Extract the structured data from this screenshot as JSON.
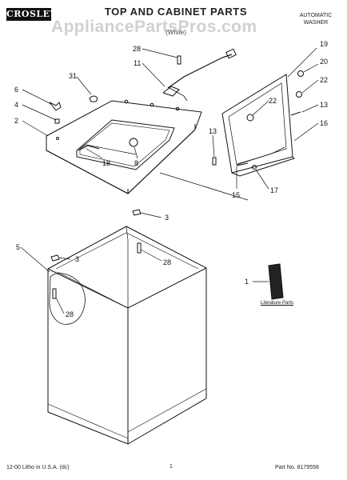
{
  "header": {
    "brand": "CROSLEY",
    "title": "TOP AND CABINET PARTS",
    "model": "",
    "variant": "(White)",
    "product_type_line1": "AUTOMATIC",
    "product_type_line2": "WASHER"
  },
  "watermark": "AppliancePartsPros.com",
  "footer": {
    "litho": "12-00 Litho in U.S.A. (dc)",
    "page": "1",
    "part_no": "Part No. 8179558"
  },
  "literature_label": "Literature Parts",
  "callouts": [
    {
      "id": "c28a",
      "label": "28"
    },
    {
      "id": "c11",
      "label": "11"
    },
    {
      "id": "c31",
      "label": "31"
    },
    {
      "id": "c6",
      "label": "6"
    },
    {
      "id": "c4",
      "label": "4"
    },
    {
      "id": "c2",
      "label": "2"
    },
    {
      "id": "c18",
      "label": "18"
    },
    {
      "id": "c8",
      "label": "8"
    },
    {
      "id": "c19",
      "label": "19"
    },
    {
      "id": "c22a",
      "label": "22"
    },
    {
      "id": "c20",
      "label": "20"
    },
    {
      "id": "c22b",
      "label": "22"
    },
    {
      "id": "c13a",
      "label": "13"
    },
    {
      "id": "c16",
      "label": "16"
    },
    {
      "id": "c13b",
      "label": "13"
    },
    {
      "id": "c15",
      "label": "15"
    },
    {
      "id": "c17",
      "label": "17"
    },
    {
      "id": "c3a",
      "label": "3"
    },
    {
      "id": "c5",
      "label": "5"
    },
    {
      "id": "c3b",
      "label": "3"
    },
    {
      "id": "c28b",
      "label": "28"
    },
    {
      "id": "c1",
      "label": "1"
    },
    {
      "id": "c28c",
      "label": "28"
    }
  ]
}
